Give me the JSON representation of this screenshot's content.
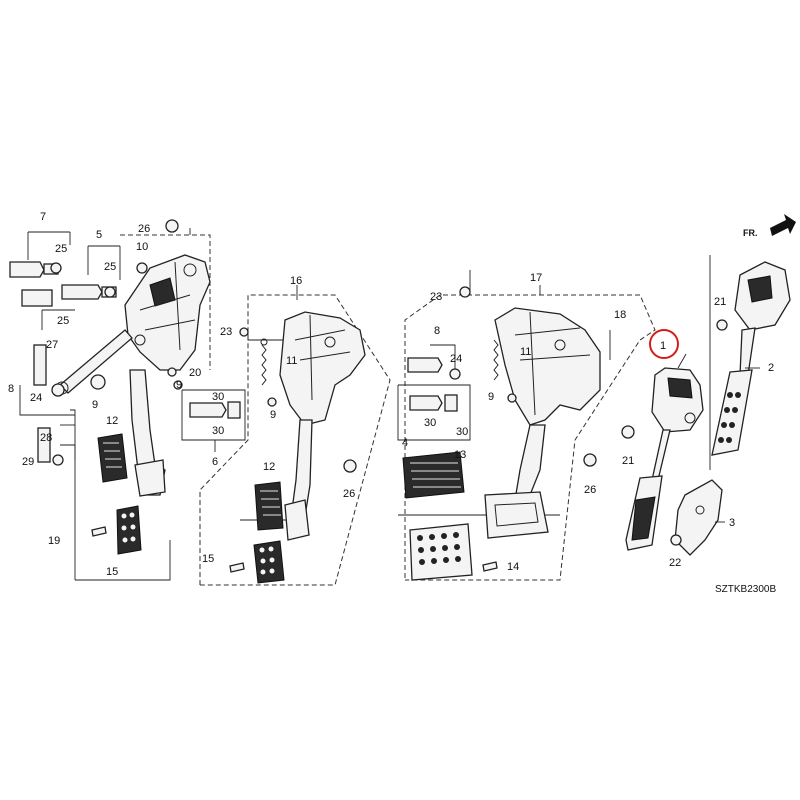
{
  "diagram_code": "SZTKB2300B",
  "front_indicator": "FR.",
  "highlighted_callout": "1",
  "callouts": {
    "c1": "1",
    "c2": "2",
    "c3": "3",
    "c4": "4",
    "c5": "5",
    "c6": "6",
    "c7": "7",
    "c8": "8",
    "c8b": "8",
    "c9a": "9",
    "c9b": "9",
    "c9c": "9",
    "c9d": "9",
    "c10": "10",
    "c11a": "11",
    "c11b": "11",
    "c12a": "12",
    "c12b": "12",
    "c13": "13",
    "c14": "14",
    "c15a": "15",
    "c15b": "15",
    "c16": "16",
    "c17": "17",
    "c18": "18",
    "c19": "19",
    "c20": "20",
    "c21a": "21",
    "c21b": "21",
    "c22": "22",
    "c23a": "23",
    "c23b": "23",
    "c24a": "24",
    "c24b": "24",
    "c25a": "25",
    "c25b": "25",
    "c25c": "25",
    "c26a": "26",
    "c26b": "26",
    "c26c": "26",
    "c27": "27",
    "c28": "28",
    "c29": "29",
    "c30a": "30",
    "c30b": "30",
    "c30c": "30",
    "c30d": "30"
  },
  "colors": {
    "highlight_circle": "#d91a1a",
    "line": "#222222"
  }
}
